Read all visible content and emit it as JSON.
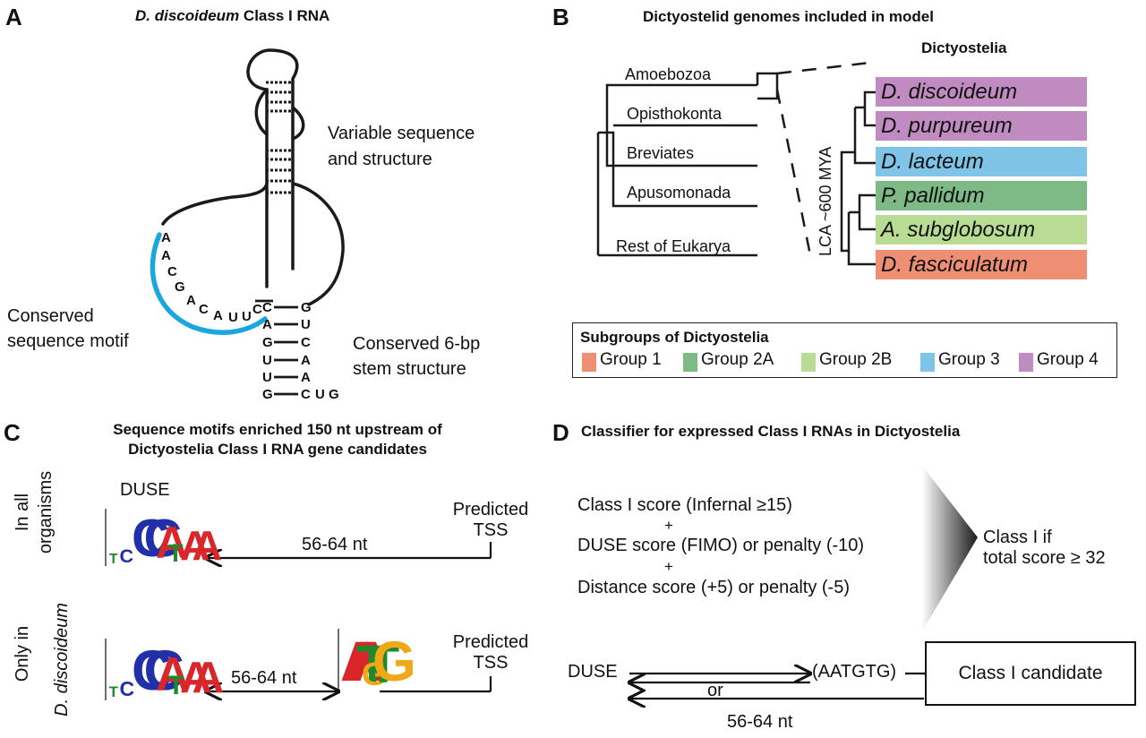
{
  "panelA": {
    "letter": "A",
    "title_italic": "D. discoideum",
    "title_rest": " Class I RNA",
    "variable_label": [
      "Variable sequence",
      "and structure"
    ],
    "motif_label": [
      "Conserved",
      "sequence motif"
    ],
    "stem_label": [
      "Conserved 6-bp",
      "stem structure"
    ],
    "motif_letters": [
      "A",
      "A",
      "C",
      "G",
      "A",
      "C",
      "A",
      "U",
      "U",
      "C"
    ],
    "stem_left": [
      "C",
      "A",
      "G",
      "U",
      "U",
      "G"
    ],
    "stem_right": [
      "G",
      "U",
      "C",
      "A",
      "A",
      "C"
    ],
    "stem_tail": "U G",
    "colors": {
      "motif_arc": "#1aa7e0",
      "line": "#1a1a1a"
    }
  },
  "panelB": {
    "letter": "B",
    "title": "Dictyostelid genomes included in model",
    "clade_header": "Dictyostelia",
    "tree_taxa": [
      "Amoebozoa",
      "Opisthokonta",
      "Breviates",
      "Apusomonada",
      "Rest of Eukarya"
    ],
    "lca_label": "LCA ~600 MYA",
    "species": [
      {
        "name": "D. discoideum",
        "color": "#c08bc0"
      },
      {
        "name": "D. purpureum",
        "color": "#c08bc0"
      },
      {
        "name": "D. lacteum",
        "color": "#7fc4e6"
      },
      {
        "name": "P. pallidum",
        "color": "#7dba86"
      },
      {
        "name": "A. subglobosum",
        "color": "#b8dc94"
      },
      {
        "name": "D. fasciculatum",
        "color": "#ee8e73"
      }
    ],
    "legend": {
      "title": "Subgroups of Dictyostelia",
      "items": [
        {
          "label": "Group 1",
          "color": "#ee8e73"
        },
        {
          "label": "Group 2A",
          "color": "#7dba86"
        },
        {
          "label": "Group 2B",
          "color": "#b8dc94"
        },
        {
          "label": "Group 3",
          "color": "#7fc4e6"
        },
        {
          "label": "Group 4",
          "color": "#c08bc0"
        }
      ]
    }
  },
  "panelC": {
    "letter": "C",
    "title": [
      "Sequence motifs enriched 150 nt upstream of",
      "Dictyostelia Class I RNA gene candidates"
    ],
    "row1_label": [
      "In all",
      "organisms"
    ],
    "row2_label_plain": "Only in",
    "row2_label_italic": "D. discoideum",
    "duse": "DUSE",
    "distance": "56-64 nt",
    "tss": [
      "Predicted",
      "TSS"
    ],
    "logo1": "TCCCATAA",
    "logo2": "TCCCATAA",
    "logo3": "AAATGTG"
  },
  "panelD": {
    "letter": "D",
    "title": "Classifier for expressed Class I RNAs in Dictyostelia",
    "lines": [
      "Class I score (Infernal ≥15)",
      "+",
      "DUSE score (FIMO) or penalty (-10)",
      "+",
      "Distance score (+5) or penalty (-5)"
    ],
    "result": [
      "Class I if",
      "total score ≥ 32"
    ],
    "duse": "DUSE",
    "hexamer": "(AATGTG)",
    "or": "or",
    "distance": "56-64 nt",
    "candidate": "Class I candidate"
  }
}
